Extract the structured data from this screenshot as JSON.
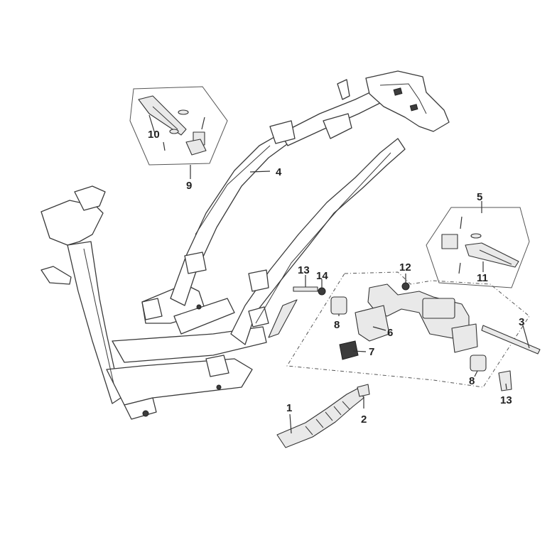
{
  "callouts": [
    {
      "id": "1",
      "label": "1"
    },
    {
      "id": "2",
      "label": "2"
    },
    {
      "id": "3",
      "label": "3"
    },
    {
      "id": "4",
      "label": "4"
    },
    {
      "id": "5",
      "label": "5"
    },
    {
      "id": "6",
      "label": "6"
    },
    {
      "id": "7",
      "label": "7"
    },
    {
      "id": "8a",
      "label": "8"
    },
    {
      "id": "8b",
      "label": "8"
    },
    {
      "id": "9",
      "label": "9"
    },
    {
      "id": "10",
      "label": "10"
    },
    {
      "id": "11",
      "label": "11"
    },
    {
      "id": "12",
      "label": "12"
    },
    {
      "id": "13a",
      "label": "13"
    },
    {
      "id": "13b",
      "label": "13"
    },
    {
      "id": "14",
      "label": "14"
    }
  ],
  "colors": {
    "line": "#333333",
    "fill": "#e9e9e9",
    "background": "#ffffff"
  }
}
